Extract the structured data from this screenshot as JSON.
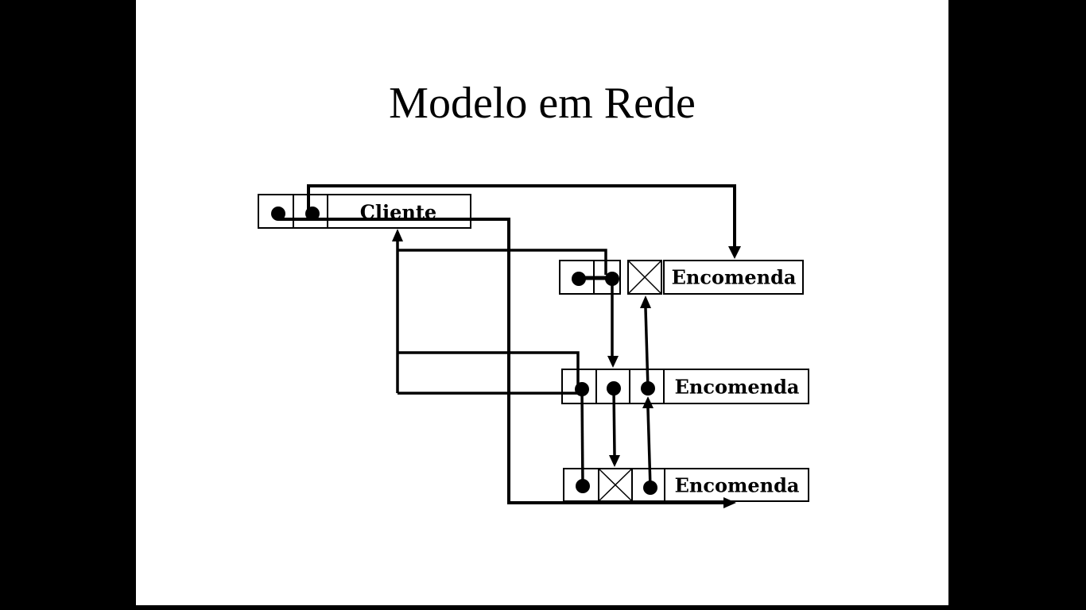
{
  "slide": {
    "title": "Modelo em Rede",
    "background_color": "#ffffff",
    "frame_color": "#000000",
    "ink_color": "#000000"
  },
  "diagram": {
    "records": {
      "cliente": {
        "label": "Cliente"
      },
      "encomenda_top": {
        "label": "Encomenda"
      },
      "encomenda_middle": {
        "label": "Encomenda"
      },
      "encomenda_bottom": {
        "label": "Encomenda"
      }
    }
  }
}
